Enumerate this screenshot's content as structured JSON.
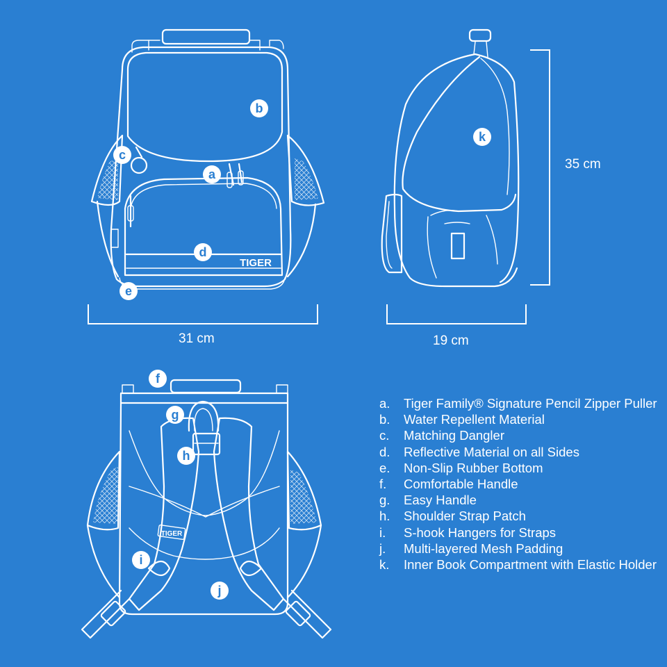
{
  "colors": {
    "background": "#2a7fd2",
    "line": "#ffffff"
  },
  "dimensions": {
    "width": "31 cm",
    "depth": "19 cm",
    "height": "35 cm"
  },
  "brand": {
    "logo_text": "TIGER"
  },
  "callouts": {
    "a": "a",
    "b": "b",
    "c": "c",
    "d": "d",
    "e": "e",
    "f": "f",
    "g": "g",
    "h": "h",
    "i": "i",
    "j": "j",
    "k": "k"
  },
  "legend": [
    {
      "key": "a.",
      "text": "Tiger Family® Signature Pencil Zipper Puller"
    },
    {
      "key": "b.",
      "text": "Water Repellent Material"
    },
    {
      "key": "c.",
      "text": "Matching Dangler"
    },
    {
      "key": "d.",
      "text": "Reflective Material on all Sides"
    },
    {
      "key": "e.",
      "text": "Non-Slip Rubber Bottom"
    },
    {
      "key": "f.",
      "text": "Comfortable Handle"
    },
    {
      "key": "g.",
      "text": "Easy Handle"
    },
    {
      "key": "h.",
      "text": "Shoulder Strap Patch"
    },
    {
      "key": "i.",
      "text": "S-hook Hangers for Straps"
    },
    {
      "key": "j.",
      "text": "Multi-layered Mesh Padding"
    },
    {
      "key": "k.",
      "text": "Inner Book Compartment with Elastic Holder"
    }
  ]
}
